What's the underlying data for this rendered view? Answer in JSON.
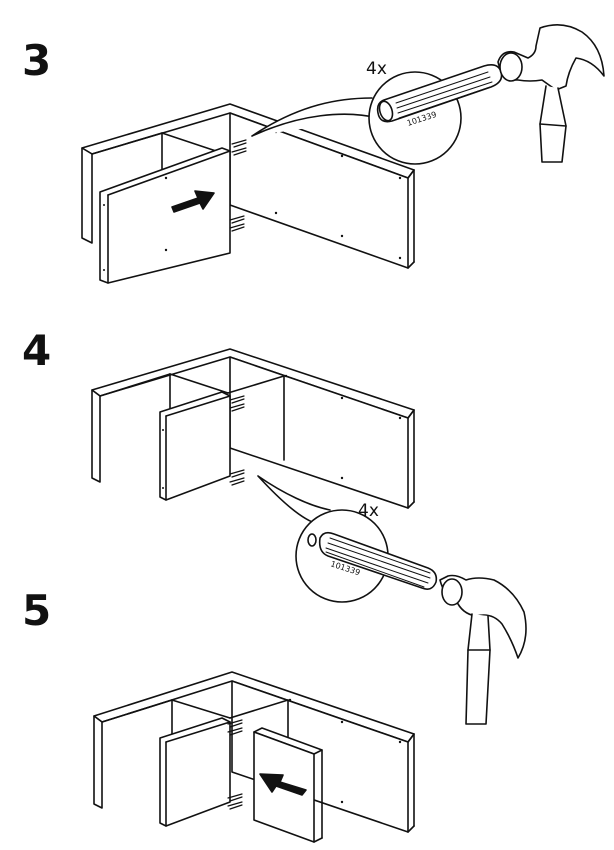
{
  "steps": [
    {
      "number": "3",
      "quantity": "4x",
      "part_code": "101339"
    },
    {
      "number": "4",
      "quantity": "4x",
      "part_code": "101339"
    },
    {
      "number": "5"
    }
  ],
  "icons": {
    "hammer": "hammer-icon",
    "dowel": "wooden-dowel",
    "arrow": "push-direction-arrow"
  },
  "colors": {
    "line": "#111111",
    "fill": "#ffffff"
  }
}
